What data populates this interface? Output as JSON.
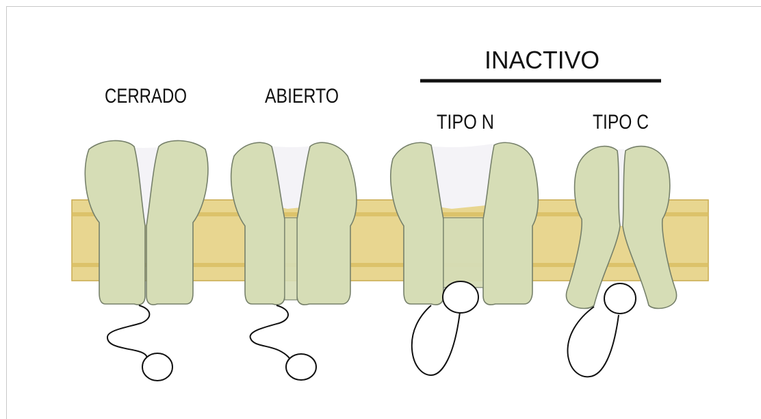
{
  "labels": {
    "closed": "CERRADO",
    "open": "ABIERTO",
    "inactive": "INACTIVO",
    "type_n": "TIPO N",
    "type_c": "TIPO C"
  },
  "colors": {
    "membrane_fill": "#e7d38b",
    "membrane_band": "#d9bf61",
    "membrane_edge": "#c9aa4f",
    "subunit_fill": "#d6ddb7",
    "subunit_edge": "#77806a",
    "pore_fill": "#f4f2f6",
    "ball_line": "#111111",
    "text": "#111111"
  },
  "channel_states": [
    "closed",
    "open",
    "n-type-inactivated",
    "c-type-inactivated"
  ]
}
